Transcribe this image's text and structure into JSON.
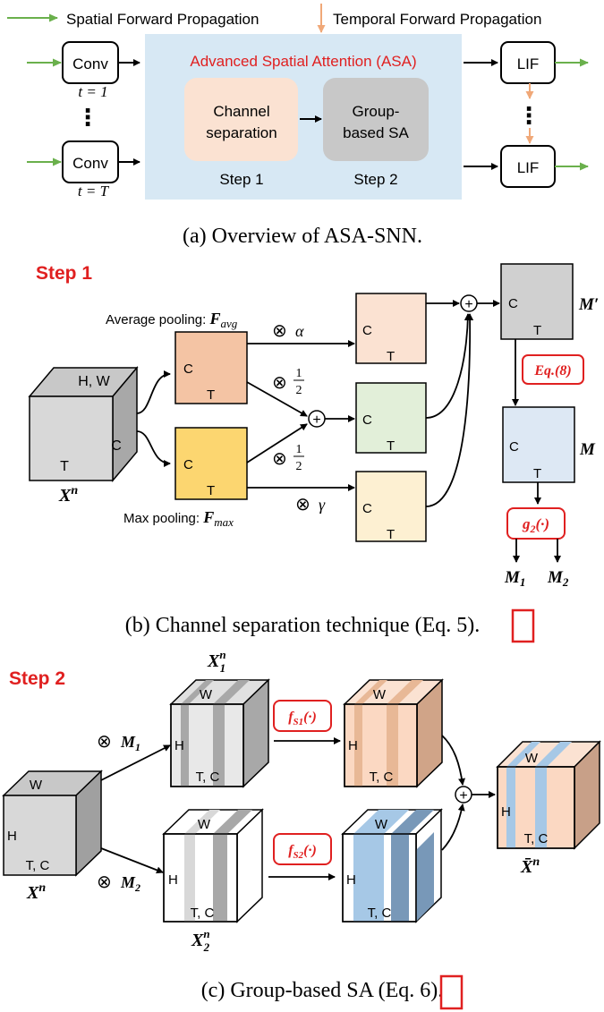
{
  "legend": {
    "spatial": "Spatial Forward Propagation",
    "temporal": "Temporal Forward Propagation"
  },
  "colors": {
    "green": "#6ab04c",
    "orange": "#f0a878",
    "red": "#e02020",
    "asa_bg": "#d7e8f4",
    "peach": "#fbe2d2",
    "gray": "#c8c8c8",
    "blue": "#a6c8e6"
  },
  "panel_a": {
    "conv_label": "Conv",
    "t1": "t = 1",
    "tT": "t = T",
    "vdots": "⋮",
    "asa_title": "Advanced Spatial Attention (ASA)",
    "channel_sep_line1": "Channel",
    "channel_sep_line2": "separation",
    "group_sa_line1": "Group-",
    "group_sa_line2": "based SA",
    "step1": "Step 1",
    "step2": "Step 2",
    "lif_label": "LIF",
    "caption": "(a) Overview of ASA-SNN."
  },
  "panel_b": {
    "title": "Step 1",
    "avg_pool": "Average pooling: ",
    "avg_sym": "F",
    "avg_sub": "avg",
    "max_pool": "Max pooling: ",
    "max_sym": "F",
    "max_sub": "max",
    "input_hw": "H, W",
    "input_c": "C",
    "input_t": "T",
    "input_label": "X",
    "input_sup": "n",
    "c": "C",
    "t": "T",
    "times": "⊗",
    "alpha": "α",
    "gamma": "γ",
    "half_num": "1",
    "half_den": "2",
    "plus": "+",
    "m_prime": "M′",
    "eq8": "Eq.(8)",
    "m": "M",
    "g2": "g",
    "g2_sub": "2",
    "g2_arg": "(·)",
    "m1": "M",
    "m1_sub": "1",
    "m2": "M",
    "m2_sub": "2",
    "caption_pre": "(b) Channel separation technique (Eq. ",
    "caption_ref": "5",
    "caption_post": ")."
  },
  "panel_c": {
    "title": "Step 2",
    "w": "W",
    "h": "H",
    "tc": "T, C",
    "x": "X",
    "sup_n": "n",
    "sub_1": "1",
    "sub_2": "2",
    "times_m1": "M",
    "times_m2": "M",
    "fs1": "f",
    "fs1_sub": "S1",
    "fs2": "f",
    "fs2_sub": "S2",
    "f_arg": "(·)",
    "xbar": "X̄",
    "plus": "+",
    "caption_pre": "(c) Group-based SA (Eq. ",
    "caption_ref": "6",
    "caption_post": ")."
  }
}
